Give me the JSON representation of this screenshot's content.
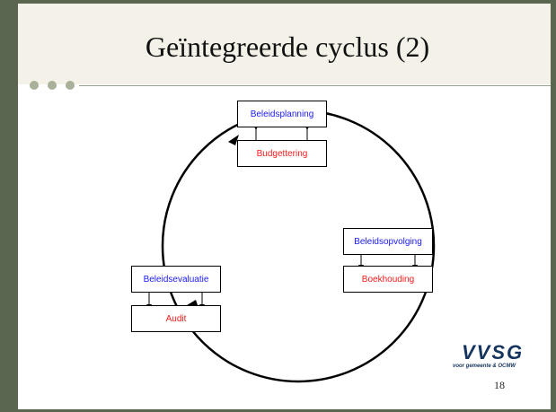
{
  "slide": {
    "title": "Geïntegreerde cyclus (2)",
    "page_number": "18"
  },
  "diagram": {
    "nodes": {
      "beleidsplanning": "Beleidsplanning",
      "budgettering": "Budgettering",
      "beleidsopvolging": "Beleidsopvolging",
      "boekhouding": "Boekhouding",
      "beleidsevaluatie": "Beleidsevaluatie",
      "audit": "Audit"
    }
  },
  "logo": {
    "main": "VVSG",
    "sub": "voor gemeente & OCMW"
  },
  "colors": {
    "frame": "#5a6650",
    "title_band": "#f3f1e8",
    "planning_text": "#1a1aff",
    "execution_text": "#ff1a1a",
    "logo": "#14345e",
    "logo_sub_accent": "#2a9d3a"
  }
}
